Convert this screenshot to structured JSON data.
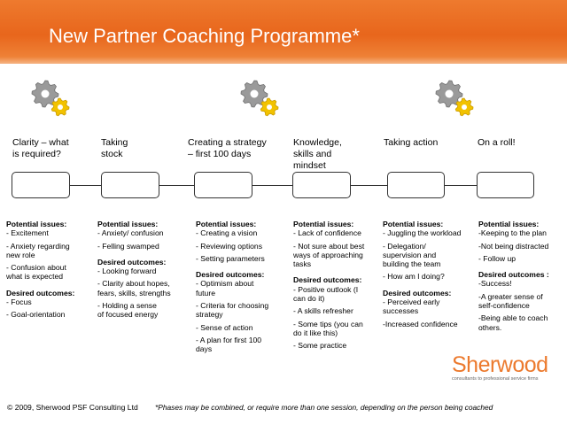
{
  "title": "New Partner Coaching Programme*",
  "stages": [
    {
      "label": "Clarity – what\nis required?",
      "has_gears": false,
      "potential_heading": "Potential issues:",
      "potential": [
        "- Excitement",
        "- Anxiety regarding\nnew role",
        "- Confusion about\nwhat is expected"
      ],
      "desired_heading": "Desired outcomes:",
      "desired": [
        "- Focus",
        "- Goal-orientation"
      ]
    },
    {
      "label": "Taking\nstock",
      "has_gears": false,
      "potential_heading": "Potential issues:",
      "potential": [
        "- Anxiety/ confusion",
        "- Felling swamped"
      ],
      "desired_heading": "Desired outcomes:",
      "desired": [
        "- Looking forward",
        "- Clarity about hopes,\nfears, skills, strengths",
        "- Holding a sense\nof focused energy"
      ]
    },
    {
      "label": "Creating a strategy\n– first 100 days",
      "has_gears": true,
      "potential_heading": "Potential issues:",
      "potential": [
        "- Creating a vision",
        "- Reviewing options",
        "- Setting parameters"
      ],
      "desired_heading": "Desired outcomes:",
      "desired": [
        "- Optimism about\nfuture",
        "- Criteria for choosing\nstrategy",
        "- Sense of action",
        "- A plan for first 100\ndays"
      ]
    },
    {
      "label": "Knowledge,\nskills and\nmindset",
      "has_gears": false,
      "potential_heading": "Potential issues:",
      "potential": [
        "- Lack of confidence",
        "- Not sure about best\nways of approaching\ntasks"
      ],
      "desired_heading": "Desired outcomes:",
      "desired": [
        "- Positive outlook (I\ncan do it)",
        "- A skills refresher",
        "- Some tips (you can\ndo it like this)",
        "- Some practice"
      ]
    },
    {
      "label": "Taking action",
      "has_gears": true,
      "potential_heading": "Potential issues:",
      "potential": [
        "- Juggling the workload",
        "- Delegation/\nsupervision and\nbuilding the team",
        "- How am I doing?"
      ],
      "desired_heading": "Desired outcomes:",
      "desired": [
        "- Perceived early\nsuccesses",
        "-Increased confidence"
      ]
    },
    {
      "label": "On a roll!",
      "has_gears": false,
      "potential_heading": "Potential issues:",
      "potential": [
        "-Keeping to the plan",
        "-Not being distracted",
        "- Follow up"
      ],
      "desired_heading": "Desired outcomes :",
      "desired": [
        "-Success!",
        "-A greater sense of\nself-confidence",
        "-Being able to coach\nothers."
      ]
    }
  ],
  "gears_icon": "gears-icon",
  "copyright": "© 2009, Sherwood PSF Consulting Ltd",
  "footnote": "*Phases may be combined, or require more than one session, depending on the person being coached",
  "logo": {
    "name": "Sherwood",
    "tagline": "consultants to professional service firms"
  },
  "colors": {
    "accent": "#e8661c",
    "gear_grey": "#9a9a9a",
    "gear_yellow": "#f2c200"
  }
}
